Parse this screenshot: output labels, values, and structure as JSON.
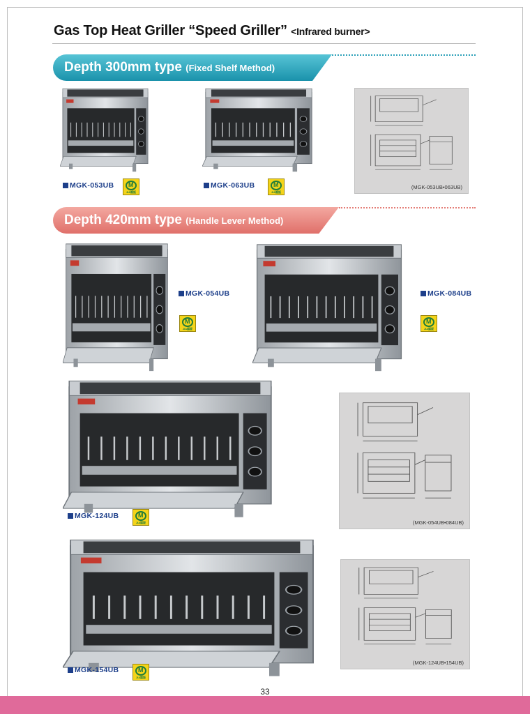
{
  "header": {
    "title": "Gas Top Heat Griller “Speed Griller”",
    "subtitle": "<Infrared burner>"
  },
  "sections": [
    {
      "title": "Depth 300mm type",
      "subtitle": "(Fixed Shelf Method)"
    },
    {
      "title": "Depth 420mm type",
      "subtitle": "(Handle Lever Method)"
    }
  ],
  "models": [
    {
      "code": "MGK-053UB"
    },
    {
      "code": "MGK-063UB"
    },
    {
      "code": "MGK-054UB"
    },
    {
      "code": "MGK-084UB"
    },
    {
      "code": "MGK-124UB"
    },
    {
      "code": "MGK-154UB"
    }
  ],
  "drawings": [
    {
      "caption": "(MGK-053UB•063UB)"
    },
    {
      "caption": "(MGK-054UB•084UB)"
    },
    {
      "caption": "(MGK-124UB•154UB)"
    }
  ],
  "certification_mark": {
    "label": "JIA認証",
    "icon": "jia-certification-mark"
  },
  "page_number": "33",
  "colors": {
    "section1_banner": "#1a92ab",
    "section2_banner": "#e0706a",
    "model_text": "#1d3f8a",
    "footer_bar": "#e06a9a"
  }
}
